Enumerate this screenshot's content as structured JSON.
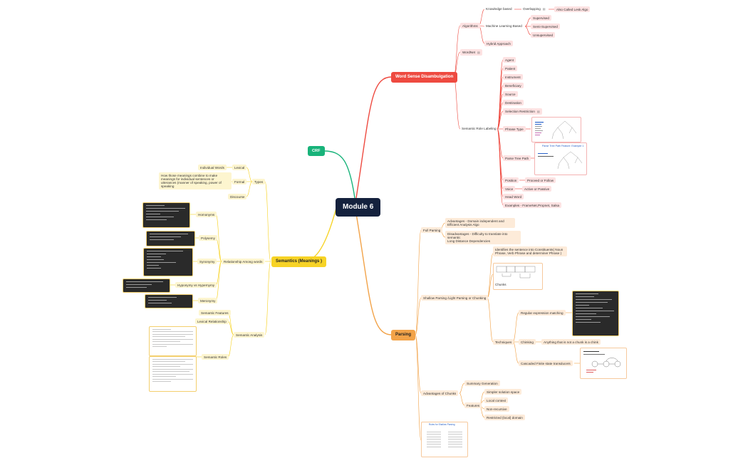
{
  "root": "Module 6",
  "crf": "CRF",
  "wsd": {
    "title": "Word Sense Disambuigation",
    "algorithms": "Algorithms",
    "knowledge_based": "Knowledge based",
    "overlapping": "Overlapping",
    "lesk": "Also Called Lesk Algo",
    "ml_based": "Machine Learning Based",
    "supervised": "Supervised",
    "semi_supervised": "Semi-Supervised",
    "unsupervised": "Unsupervised",
    "hybrid": "Hybrid Approach",
    "wordnet": "WordNet",
    "srl": "Semantic Role Labeling",
    "roles": [
      "Agent",
      "Patient",
      "Instrument",
      "Beneficiary",
      "Source",
      "Destination"
    ],
    "selection_restriction": "Selection Restriction",
    "phrase_type": "Phrase Type",
    "parse_tree_path": "Parse Tree Path",
    "parse_tree_path_caption": "Parse Tree Path Feature: Example 1",
    "position": "Position",
    "proceed_follow": "Proceed or Follow",
    "voice": "Voice",
    "active_passive": "Active or Passive",
    "head_word": "Head Word",
    "examples": "Examples - FrameNet,Propnet, Salsa"
  },
  "parsing": {
    "title": "Parsing",
    "full_parsing": "Full Parsing",
    "adv": "Advantages - Domain independent and Efficient Analysis Algo",
    "disadv": "Disadvantages - Difficulty to translate into semantic\nLong Distance Dependencies",
    "shallow": "Shallow Parsing /Light Parsing or Chunking",
    "identifies": "Identifies the sentence into Constituents( Noun Phrase, Verb Phrase and determiner Phrase )",
    "chunks": "Chunks",
    "techniques": "Techniques",
    "regex": "Regular expression matching",
    "chinking": "Chinking",
    "chinking_desc": "Anything that is not a chunk is a chink",
    "cascaded": "Cascaded Finite state transducers",
    "adv_chunks": "Advantages of Chunks",
    "summary_generation": "Summary Generation",
    "features": "Features",
    "feature_items": [
      "Simpler solution space",
      "Local context",
      "Non-recursive",
      "Restricted (local) domain"
    ],
    "table_title": "Rules for Shallow Parsing"
  },
  "semantics": {
    "title": "Semantics (Meanings )",
    "types": "Types",
    "lexical": "Lexical",
    "individual_words": "Individual Words",
    "formal": "Formal",
    "formal_desc": "How those meanings combine to make meanings for individual sentences or utterances (manner of speaking, power of speaking",
    "discourse": "Discourse",
    "relationship": "Relationship Among words",
    "homonyms": "Homonyms",
    "polysemy": "Polysemy",
    "synonymy": "Synonymy",
    "hyponymy": "Hyponymy vs Hypernymy",
    "meronymy": "Meronymy",
    "analysis": "Semantic Analysis",
    "sem_features": "Semantic Features",
    "lex_relationship": "Lexical Relationship",
    "sem_roles": "Semantic Roles"
  },
  "colors": {
    "red": "#ee4a40",
    "orange": "#f2a349",
    "yellow": "#f7d325",
    "green": "#18b37a",
    "root": "#14213d"
  }
}
